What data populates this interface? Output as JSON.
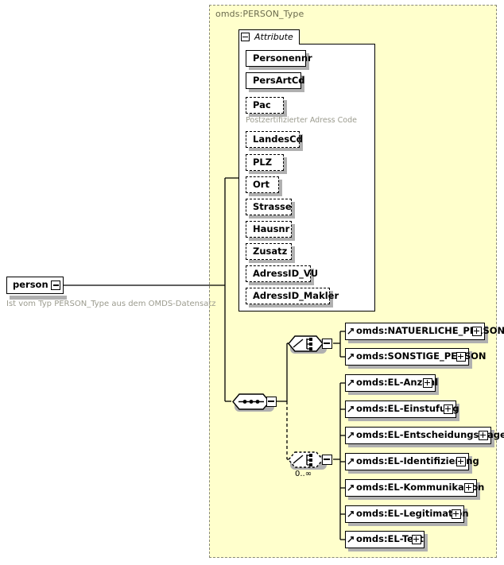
{
  "diagram": {
    "kind": "xsd-schema-diagram",
    "type_panel": {
      "label": "omds:PERSON_Type"
    },
    "root_element": {
      "name": "person",
      "toggle": "minus",
      "annotation": "Ist vom Typ PERSON_Type aus dem OMDS-Datensatz"
    },
    "attribute_group": {
      "label": "Attribute",
      "toggle": "minus",
      "attributes": [
        {
          "name": "Personennr",
          "use": "required"
        },
        {
          "name": "PersArtCd",
          "use": "required"
        },
        {
          "name": "Pac",
          "use": "optional",
          "note": "Postzertifizierter Adress Code"
        },
        {
          "name": "LandesCd",
          "use": "optional"
        },
        {
          "name": "PLZ",
          "use": "optional"
        },
        {
          "name": "Ort",
          "use": "optional"
        },
        {
          "name": "Strasse",
          "use": "optional"
        },
        {
          "name": "Hausnr",
          "use": "optional"
        },
        {
          "name": "Zusatz",
          "use": "optional"
        },
        {
          "name": "AdressID_VU",
          "use": "optional"
        },
        {
          "name": "AdressID_Makler",
          "use": "optional"
        }
      ]
    },
    "sequence_node": {
      "symbol": "sequence",
      "toggle": "minus"
    },
    "choice_person": {
      "symbol": "choice",
      "toggle": "minus",
      "occurrence": "",
      "elements": [
        {
          "name": "omds:NATUERLICHE_PERSON",
          "toggle": "plus"
        },
        {
          "name": "omds:SONSTIGE_PERSON",
          "toggle": "plus"
        }
      ]
    },
    "choice_el": {
      "symbol": "choice",
      "toggle": "minus",
      "occurrence": "0..∞",
      "optional": true,
      "elements": [
        {
          "name": "omds:EL-Anzahl",
          "toggle": "plus"
        },
        {
          "name": "omds:EL-Einstufung",
          "toggle": "plus"
        },
        {
          "name": "omds:EL-Entscheidungsfrage",
          "toggle": "plus"
        },
        {
          "name": "omds:EL-Identifizierung",
          "toggle": "plus"
        },
        {
          "name": "omds:EL-Kommunikation",
          "toggle": "plus"
        },
        {
          "name": "omds:EL-Legitimation",
          "toggle": "plus"
        },
        {
          "name": "omds:EL-Text",
          "toggle": "plus"
        }
      ]
    },
    "colors": {
      "panel_background": "#ffffcc",
      "panel_border": "#8a8a7a",
      "box_border": "#000000",
      "shadow": "#b0b0b0",
      "annotation_text": "#9b9b8e",
      "title_text": "#6b6b4e"
    }
  }
}
